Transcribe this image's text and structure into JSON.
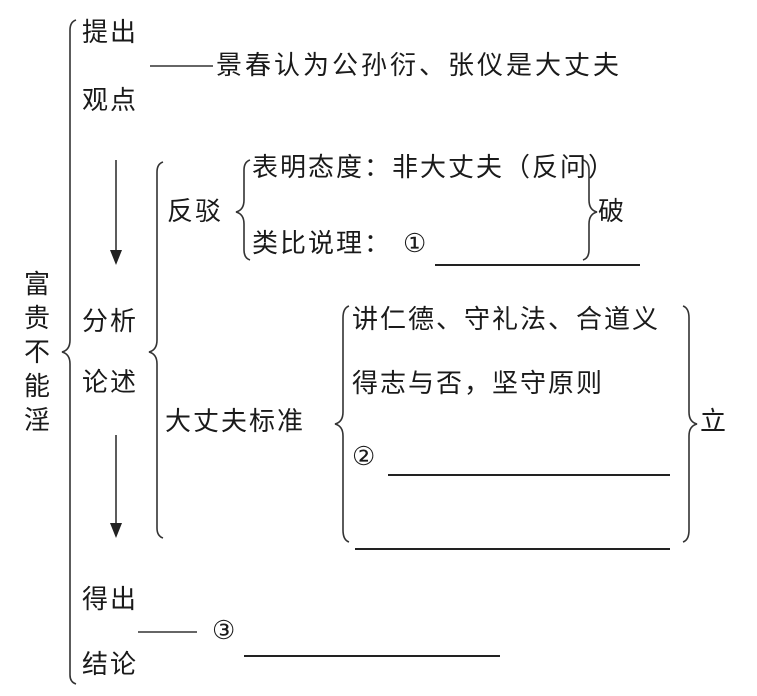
{
  "root": {
    "label": "富贵不能淫"
  },
  "sections": {
    "propose": {
      "label_line1": "提出",
      "label_line2": "观点",
      "content": "景春认为公孙衍、张仪是大丈夫"
    },
    "analyze": {
      "label_line1": "分析",
      "label_line2": "论述"
    },
    "conclude": {
      "label_line1": "得出",
      "label_line2": "结论",
      "blank_marker": "③",
      "blank_value": ""
    }
  },
  "rebuttal": {
    "label": "反驳",
    "items": [
      {
        "text": "表明态度：非大丈夫（反问）"
      },
      {
        "text": "类比说理：",
        "blank_marker": "①",
        "blank_value": ""
      }
    ],
    "summary": "破"
  },
  "standard": {
    "label": "大丈夫标准",
    "items": [
      {
        "text": "讲仁德、守礼法、合道义"
      },
      {
        "text": "得志与否，坚守原则"
      },
      {
        "text": "",
        "blank_marker": "②",
        "blank_value": ""
      },
      {
        "text": "",
        "blank_value": ""
      }
    ],
    "summary": "立"
  }
}
